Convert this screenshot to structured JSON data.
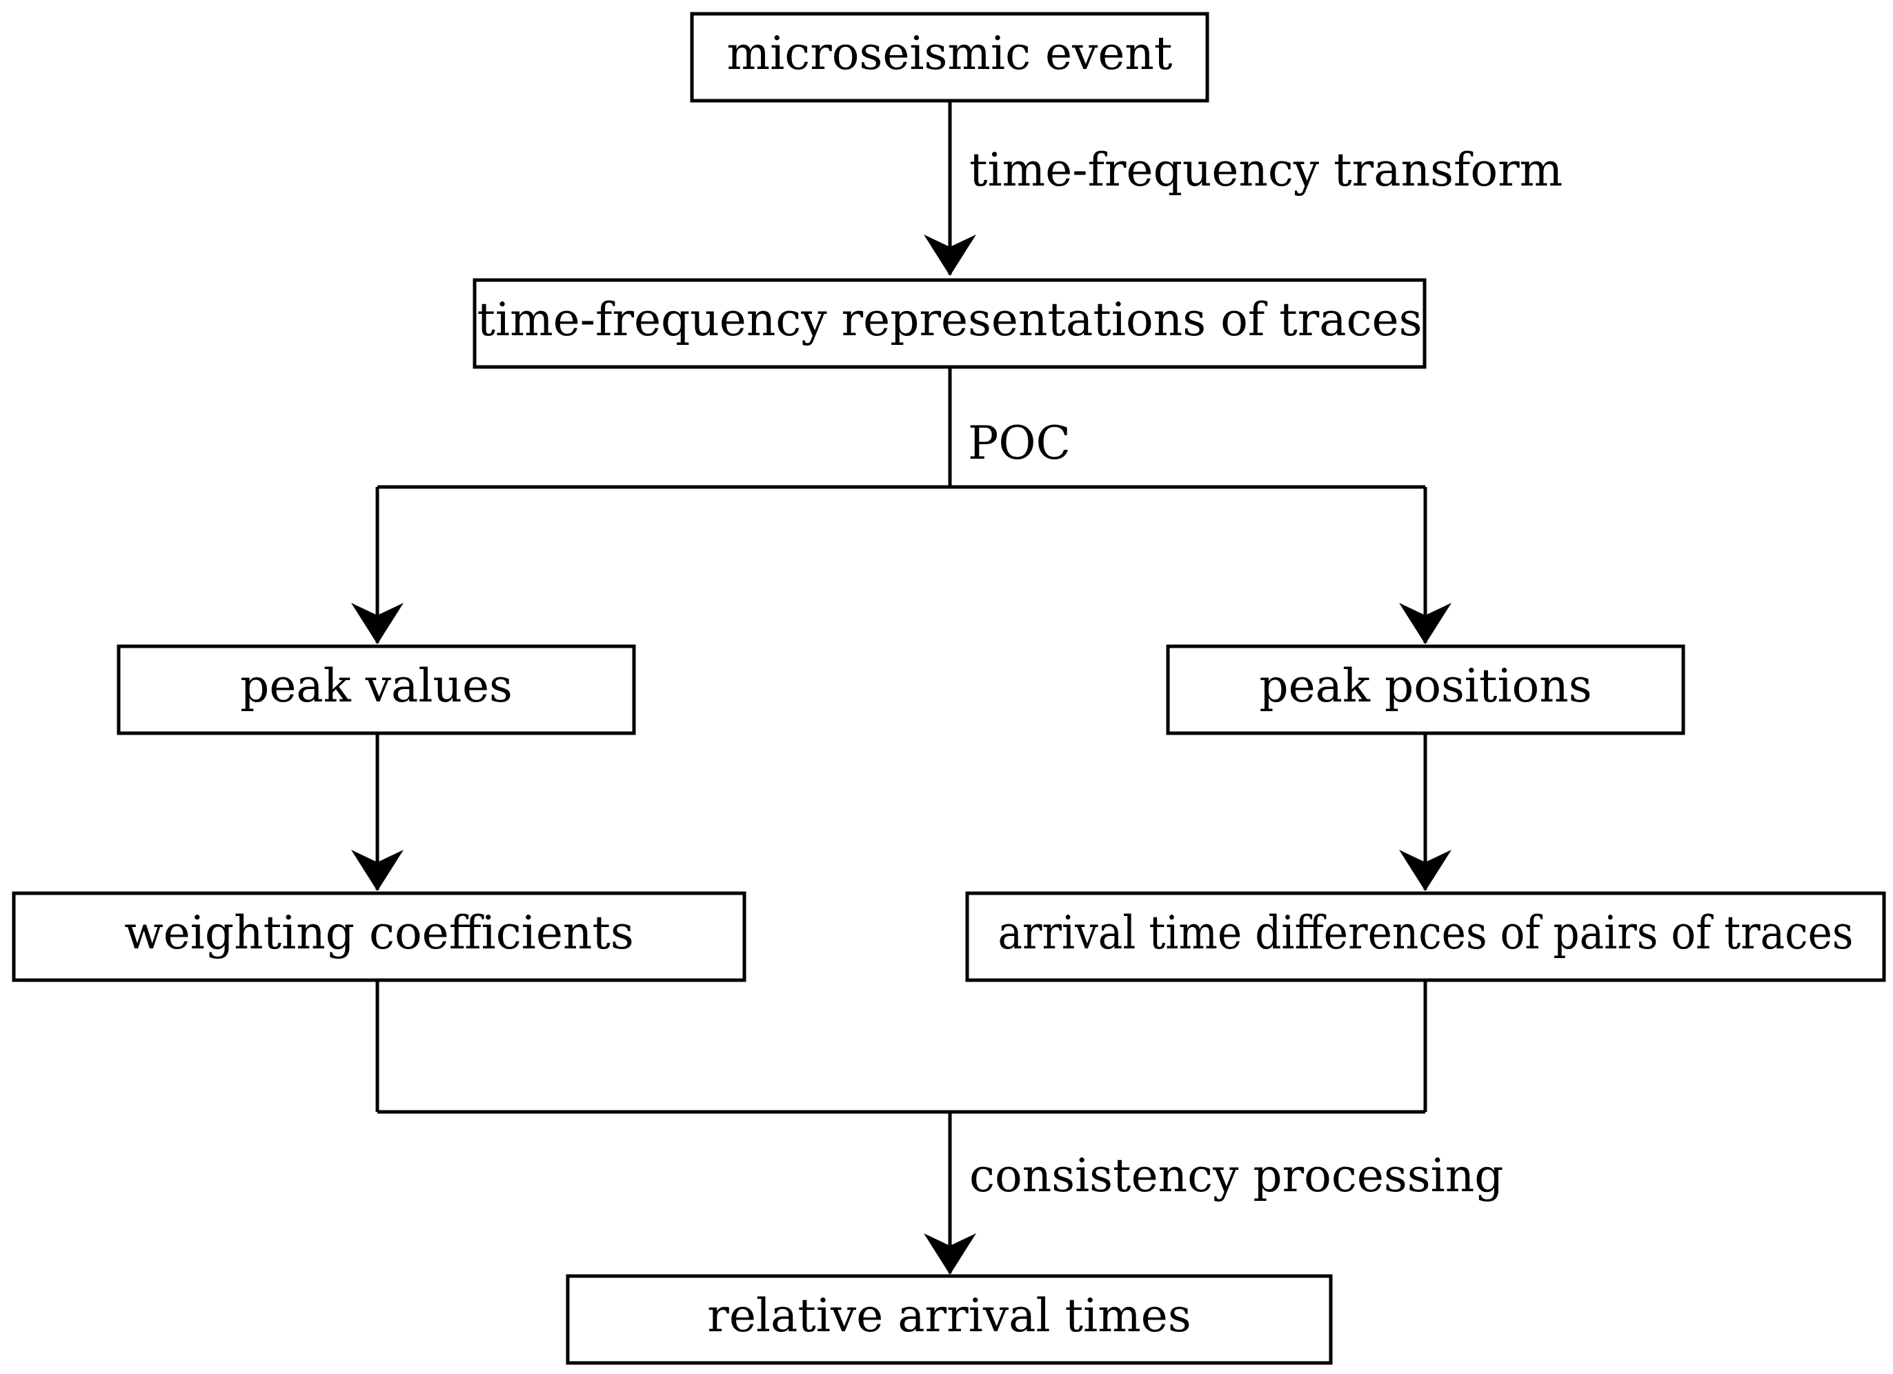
{
  "diagram": {
    "nodes": {
      "microseismic_event": "microseismic event",
      "tf_representations": "time-frequency representations of traces",
      "peak_values": "peak values",
      "peak_positions": "peak positions",
      "weighting_coefficients": "weighting coefficients",
      "arrival_time_differences": "arrival time differences of pairs of traces",
      "relative_arrival_times": "relative arrival times"
    },
    "edge_labels": {
      "tf_transform": "time-frequency transform",
      "poc": "POC",
      "consistency_processing": "consistency processing"
    },
    "colors": {
      "stroke": "#000000",
      "background": "#ffffff"
    }
  }
}
